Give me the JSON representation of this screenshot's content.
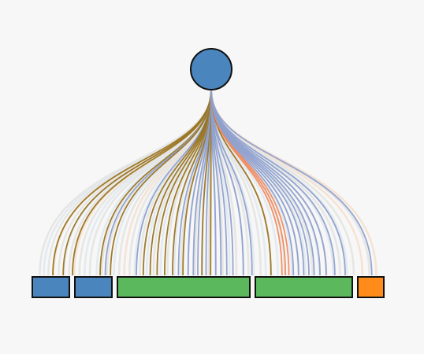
{
  "colors": {
    "background": "#f7f7f7",
    "stroke": "#111111",
    "faint_link": "#e3e3e1",
    "brown_link": "#9a7420",
    "blue_link": "#8fa0cd",
    "orange_link": "#f08a5f",
    "light_blue_link": "#dfe7ee",
    "peach_link": "#f5dfcf"
  },
  "root": {
    "color": "#4a86bd"
  },
  "leaf_nodes": [
    {
      "color": "#4a86bd"
    },
    {
      "color": "#4a86bd"
    },
    {
      "color": "#5cb85c"
    },
    {
      "color": "#5cb85c"
    },
    {
      "color": "#ff8c1a"
    }
  ],
  "links": [
    {
      "t": 0.01,
      "c": "faint_link"
    },
    {
      "t": 0.022,
      "c": "light_blue_link"
    },
    {
      "t": 0.035,
      "c": "faint_link"
    },
    {
      "t": 0.05,
      "c": "peach_link"
    },
    {
      "t": 0.065,
      "c": "faint_link"
    },
    {
      "t": 0.08,
      "c": "light_blue_link"
    },
    {
      "t": 0.095,
      "c": "faint_link"
    },
    {
      "t": 0.11,
      "c": "peach_link"
    },
    {
      "t": 0.125,
      "c": "faint_link"
    },
    {
      "t": 0.14,
      "c": "light_blue_link"
    },
    {
      "t": 0.155,
      "c": "faint_link"
    },
    {
      "t": 0.175,
      "c": "light_blue_link"
    },
    {
      "t": 0.19,
      "c": "faint_link"
    },
    {
      "t": 0.205,
      "c": "faint_link"
    },
    {
      "t": 0.225,
      "c": "light_blue_link"
    },
    {
      "t": 0.24,
      "c": "faint_link"
    },
    {
      "t": 0.255,
      "c": "peach_link"
    },
    {
      "t": 0.27,
      "c": "faint_link"
    },
    {
      "t": 0.285,
      "c": "light_blue_link"
    },
    {
      "t": 0.3,
      "c": "faint_link"
    },
    {
      "t": 0.32,
      "c": "light_blue_link"
    },
    {
      "t": 0.34,
      "c": "faint_link"
    },
    {
      "t": 0.36,
      "c": "light_blue_link"
    },
    {
      "t": 0.38,
      "c": "faint_link"
    },
    {
      "t": 0.4,
      "c": "light_blue_link"
    },
    {
      "t": 0.42,
      "c": "faint_link"
    },
    {
      "t": 0.44,
      "c": "light_blue_link"
    },
    {
      "t": 0.46,
      "c": "faint_link"
    },
    {
      "t": 0.48,
      "c": "light_blue_link"
    },
    {
      "t": 0.5,
      "c": "faint_link"
    },
    {
      "t": 0.52,
      "c": "light_blue_link"
    },
    {
      "t": 0.54,
      "c": "faint_link"
    },
    {
      "t": 0.56,
      "c": "light_blue_link"
    },
    {
      "t": 0.58,
      "c": "faint_link"
    },
    {
      "t": 0.6,
      "c": "light_blue_link"
    },
    {
      "t": 0.615,
      "c": "faint_link"
    },
    {
      "t": 0.63,
      "c": "light_blue_link"
    },
    {
      "t": 0.65,
      "c": "faint_link"
    },
    {
      "t": 0.665,
      "c": "light_blue_link"
    },
    {
      "t": 0.68,
      "c": "faint_link"
    },
    {
      "t": 0.7,
      "c": "light_blue_link"
    },
    {
      "t": 0.72,
      "c": "faint_link"
    },
    {
      "t": 0.74,
      "c": "light_blue_link"
    },
    {
      "t": 0.76,
      "c": "faint_link"
    },
    {
      "t": 0.78,
      "c": "light_blue_link"
    },
    {
      "t": 0.8,
      "c": "faint_link"
    },
    {
      "t": 0.82,
      "c": "light_blue_link"
    },
    {
      "t": 0.84,
      "c": "faint_link"
    },
    {
      "t": 0.86,
      "c": "light_blue_link"
    },
    {
      "t": 0.88,
      "c": "faint_link"
    },
    {
      "t": 0.9,
      "c": "light_blue_link"
    },
    {
      "t": 0.92,
      "c": "faint_link"
    },
    {
      "t": 0.945,
      "c": "peach_link"
    },
    {
      "t": 0.965,
      "c": "faint_link"
    },
    {
      "t": 0.985,
      "c": "peach_link"
    },
    {
      "t": 0.048,
      "c": "brown_link"
    },
    {
      "t": 0.078,
      "c": "brown_link"
    },
    {
      "t": 0.105,
      "c": "brown_link"
    },
    {
      "t": 0.185,
      "c": "brown_link"
    },
    {
      "t": 0.2,
      "c": "blue_link"
    },
    {
      "t": 0.215,
      "c": "brown_link"
    },
    {
      "t": 0.29,
      "c": "blue_link"
    },
    {
      "t": 0.31,
      "c": "brown_link"
    },
    {
      "t": 0.33,
      "c": "brown_link"
    },
    {
      "t": 0.35,
      "c": "brown_link"
    },
    {
      "t": 0.372,
      "c": "brown_link"
    },
    {
      "t": 0.395,
      "c": "brown_link"
    },
    {
      "t": 0.412,
      "c": "blue_link"
    },
    {
      "t": 0.425,
      "c": "brown_link"
    },
    {
      "t": 0.44,
      "c": "blue_link"
    },
    {
      "t": 0.455,
      "c": "blue_link"
    },
    {
      "t": 0.468,
      "c": "blue_link"
    },
    {
      "t": 0.48,
      "c": "brown_link"
    },
    {
      "t": 0.492,
      "c": "blue_link"
    },
    {
      "t": 0.505,
      "c": "brown_link"
    },
    {
      "t": 0.52,
      "c": "blue_link"
    },
    {
      "t": 0.535,
      "c": "blue_link"
    },
    {
      "t": 0.552,
      "c": "blue_link"
    },
    {
      "t": 0.57,
      "c": "blue_link"
    },
    {
      "t": 0.6,
      "c": "blue_link"
    },
    {
      "t": 0.625,
      "c": "blue_link"
    },
    {
      "t": 0.68,
      "c": "brown_link"
    },
    {
      "t": 0.712,
      "c": "orange_link"
    },
    {
      "t": 0.722,
      "c": "orange_link"
    },
    {
      "t": 0.732,
      "c": "orange_link"
    },
    {
      "t": 0.745,
      "c": "blue_link"
    },
    {
      "t": 0.76,
      "c": "blue_link"
    },
    {
      "t": 0.775,
      "c": "blue_link"
    },
    {
      "t": 0.79,
      "c": "blue_link"
    },
    {
      "t": 0.805,
      "c": "blue_link"
    },
    {
      "t": 0.822,
      "c": "blue_link"
    },
    {
      "t": 0.84,
      "c": "blue_link"
    },
    {
      "t": 0.865,
      "c": "blue_link"
    },
    {
      "t": 0.895,
      "c": "blue_link"
    },
    {
      "t": 0.972,
      "c": "blue_link"
    }
  ]
}
